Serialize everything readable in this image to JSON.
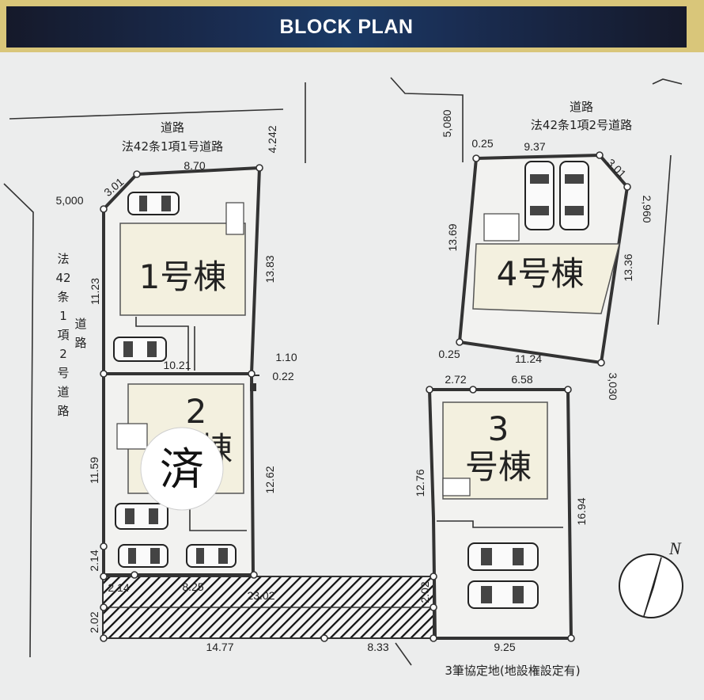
{
  "title": "BLOCK PLAN",
  "roads": {
    "north_left": [
      "道路",
      "法42条1項1号道路"
    ],
    "north_right": [
      "道路",
      "法42条1項2号道路"
    ],
    "west_line1": [
      "法",
      "42",
      "条",
      "1",
      "項",
      "2",
      "号",
      "道",
      "路"
    ],
    "west_line2": [
      "道",
      "路"
    ]
  },
  "lots": {
    "lot1": "1号棟",
    "lot2_num": "2",
    "lot2_suffix": "号棟",
    "lot3_num": "3",
    "lot3_suffix": "号棟",
    "lot4": "4号棟"
  },
  "sold_badge": "済",
  "agreement_note": "3筆協定地(地設権設定有)",
  "compass_label": "N",
  "dimensions": {
    "d_3_01_a": "3.01",
    "d_8_70": "8.70",
    "d_4_242": "4.242",
    "d_5_000": "5,000",
    "d_11_23": "11.23",
    "d_13_83": "13.83",
    "d_10_21": "10.21",
    "d_1_10": "1.10",
    "d_0_22": "0.22",
    "d_11_59": "11.59",
    "d_12_62": "12.62",
    "d_2_14_a": "2.14",
    "d_2_14_b": "2.14",
    "d_8_25": "8.25",
    "d_23_02": "23.02",
    "d_2_02_a": "2.02",
    "d_2_02_b": "2.02",
    "d_14_77": "14.77",
    "d_8_33": "8.33",
    "d_9_25": "9.25",
    "d_5_080": "5,080",
    "d_0_25_a": "0.25",
    "d_9_37": "9.37",
    "d_3_01_b": "3.01",
    "d_2_960": "2,960",
    "d_13_69": "13.69",
    "d_13_36": "13.36",
    "d_0_25_b": "0.25",
    "d_11_24": "11.24",
    "d_3_030": "3,030",
    "d_2_72": "2.72",
    "d_6_58": "6.58",
    "d_12_76": "12.76",
    "d_16_94": "16.94"
  }
}
